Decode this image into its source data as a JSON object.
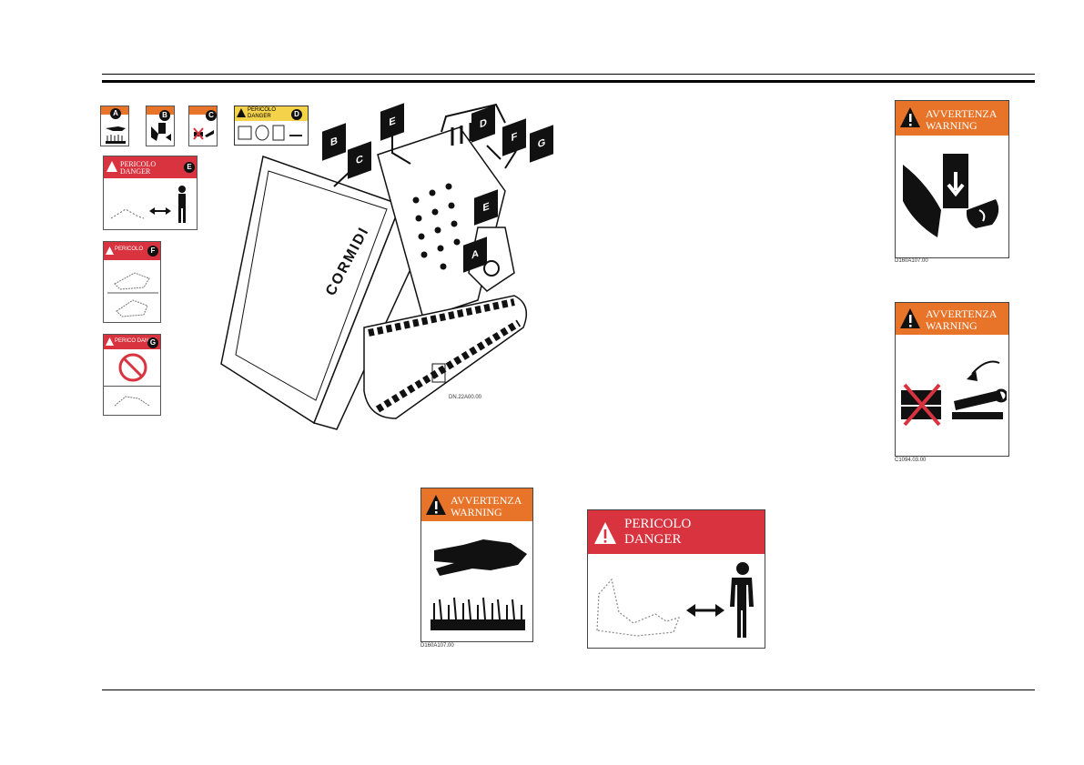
{
  "decals": {
    "pinch_warning": {
      "line1": "AVVERTENZA",
      "line2": "WARNING",
      "code": "D160A107.00"
    },
    "crush_warning": {
      "line1": "AVVERTENZA",
      "line2": "WARNING",
      "code": "C1094.03.00"
    },
    "hot_surface_warning": {
      "line1": "AVVERTENZA",
      "line2": "WARNING",
      "code": "D160A107.00"
    },
    "keep_away_danger": {
      "line1": "PERICOLO",
      "line2": "DANGER",
      "code": ""
    }
  },
  "overview": {
    "labels": {
      "a": "A",
      "b": "B",
      "c": "C",
      "d": "D",
      "e": "E",
      "f": "F",
      "g": "G"
    },
    "mini_decals": {
      "e_title1": "PERICOLO",
      "e_title2": "DANGER",
      "d_title1": "PERICOLO",
      "d_title2": "DANGER",
      "f_title": "PERICOLO",
      "g_title": "PERICO DANGE"
    },
    "machine_brand": "CORMIDI",
    "drawing_code": "DN.22A00.00"
  },
  "colors": {
    "orange": "#e8742a",
    "red": "#d9333f"
  },
  "icons": [
    "warning-triangle-icon",
    "pinch-hand-icon",
    "crush-hand-icon",
    "hot-surface-hand-icon",
    "person-icon",
    "double-arrow-icon"
  ]
}
